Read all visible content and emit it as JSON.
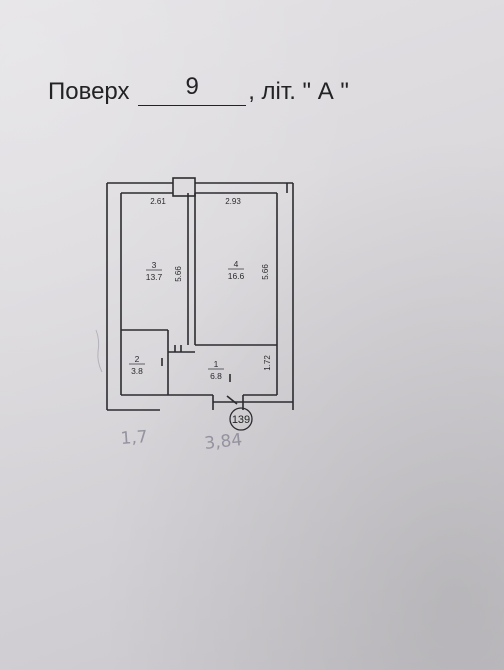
{
  "header": {
    "floor_label": "Поверх",
    "floor_number": "9",
    "letter_label": ", літ. \" А \""
  },
  "plan": {
    "rooms": [
      {
        "number": "3",
        "area": "13.7"
      },
      {
        "number": "4",
        "area": "16.6"
      },
      {
        "number": "2",
        "area": "3.8"
      },
      {
        "number": "1",
        "area": "6.8"
      }
    ],
    "dimensions": {
      "room3_width": "2.61",
      "room4_width": "2.93",
      "room3_length": "5.66",
      "room4_length": "5.66",
      "hall_depth": "1.72"
    },
    "apartment_number": "139",
    "pencil_notes": [
      "1,7",
      "3,84"
    ]
  }
}
